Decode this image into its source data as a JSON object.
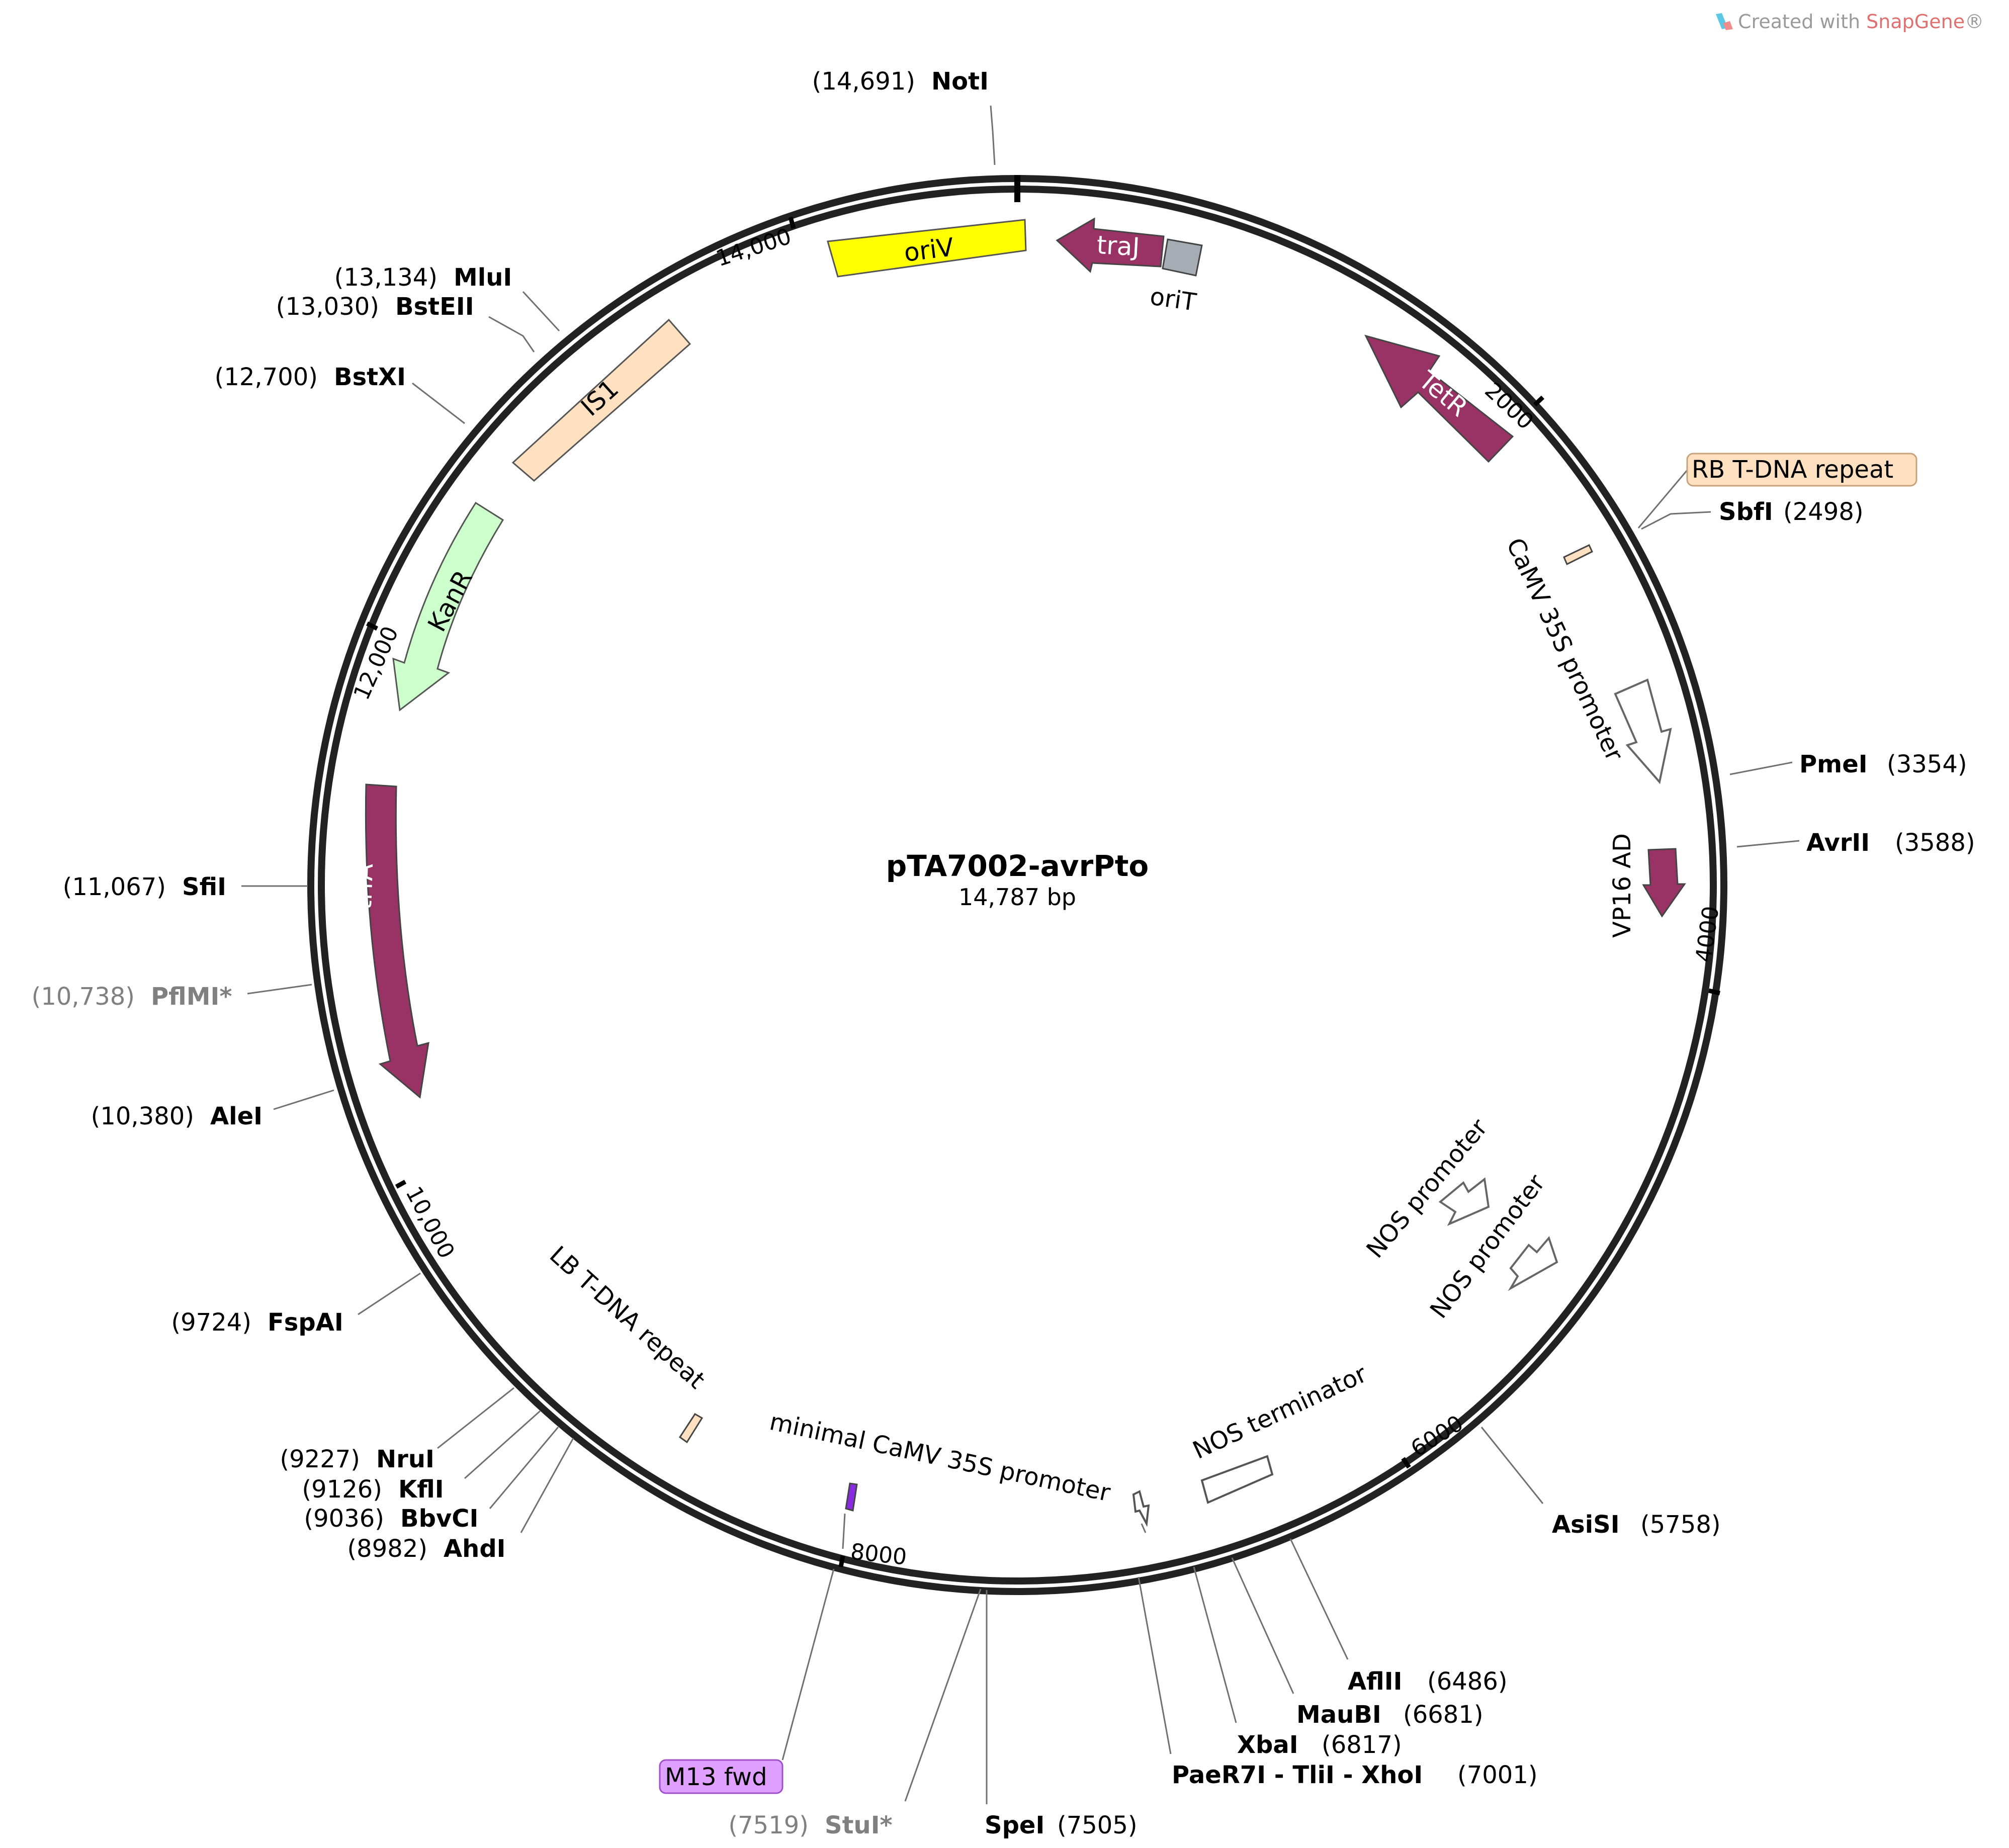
{
  "credit": {
    "prefix": "Created with ",
    "brand": "SnapGene",
    "suffix": "®"
  },
  "plasmid": {
    "name": "pTA7002-avrPto",
    "size": "14,787 bp"
  },
  "ticks": [
    "2000",
    "4000",
    "6000",
    "8000",
    "10,000",
    "12,000",
    "14,000"
  ],
  "features": [
    {
      "name": "oriV",
      "color": "#ffff00"
    },
    {
      "name": "traJ",
      "color": "#993366"
    },
    {
      "name": "oriT",
      "color": "#a6acb3"
    },
    {
      "name": "TetR",
      "color": "#993366"
    },
    {
      "name": "RB T-DNA repeat",
      "color": "#ffe0c0"
    },
    {
      "name": "CaMV 35S promoter",
      "color": "#ffffff"
    },
    {
      "name": "VP16 AD",
      "color": "#993366"
    },
    {
      "name": "NOS promoter",
      "color": "#ffffff"
    },
    {
      "name": "NOS promoter",
      "color": "#ffffff"
    },
    {
      "name": "NOS terminator",
      "color": "#ffffff"
    },
    {
      "name": "minimal CaMV 35S promoter",
      "color": "#ffffff"
    },
    {
      "name": "M13 fwd",
      "color": "#e0a0ff"
    },
    {
      "name": "LB T-DNA repeat",
      "color": "#ffe0c0"
    },
    {
      "name": "trfA",
      "color": "#993366"
    },
    {
      "name": "KanR",
      "color": "#ccffcc"
    },
    {
      "name": "IS1",
      "color": "#ffe0c0"
    }
  ],
  "sites": [
    {
      "name": "NotI",
      "pos": "(14,691)"
    },
    {
      "name": "MluI",
      "pos": "(13,134)"
    },
    {
      "name": "BstEII",
      "pos": "(13,030)"
    },
    {
      "name": "BstXI",
      "pos": "(12,700)"
    },
    {
      "name": "SbfI",
      "pos": "(2498)"
    },
    {
      "name": "PmeI",
      "pos": "(3354)"
    },
    {
      "name": "AvrII",
      "pos": "(3588)"
    },
    {
      "name": "SfiI",
      "pos": "(11,067)"
    },
    {
      "name": "PflMI*",
      "pos": "(10,738)"
    },
    {
      "name": "AleI",
      "pos": "(10,380)"
    },
    {
      "name": "FspAI",
      "pos": "(9724)"
    },
    {
      "name": "NruI",
      "pos": "(9227)"
    },
    {
      "name": "KflI",
      "pos": "(9126)"
    },
    {
      "name": "BbvCI",
      "pos": "(9036)"
    },
    {
      "name": "AhdI",
      "pos": "(8982)"
    },
    {
      "name": "AsiSI",
      "pos": "(5758)"
    },
    {
      "name": "AflII",
      "pos": "(6486)"
    },
    {
      "name": "MauBI",
      "pos": "(6681)"
    },
    {
      "name": "XbaI",
      "pos": "(6817)"
    },
    {
      "name": "PaeR7I - TliI - XhoI",
      "pos": "(7001)"
    },
    {
      "name": "StuI*",
      "pos": "(7519)"
    },
    {
      "name": "SpeI",
      "pos": "(7505)"
    }
  ]
}
